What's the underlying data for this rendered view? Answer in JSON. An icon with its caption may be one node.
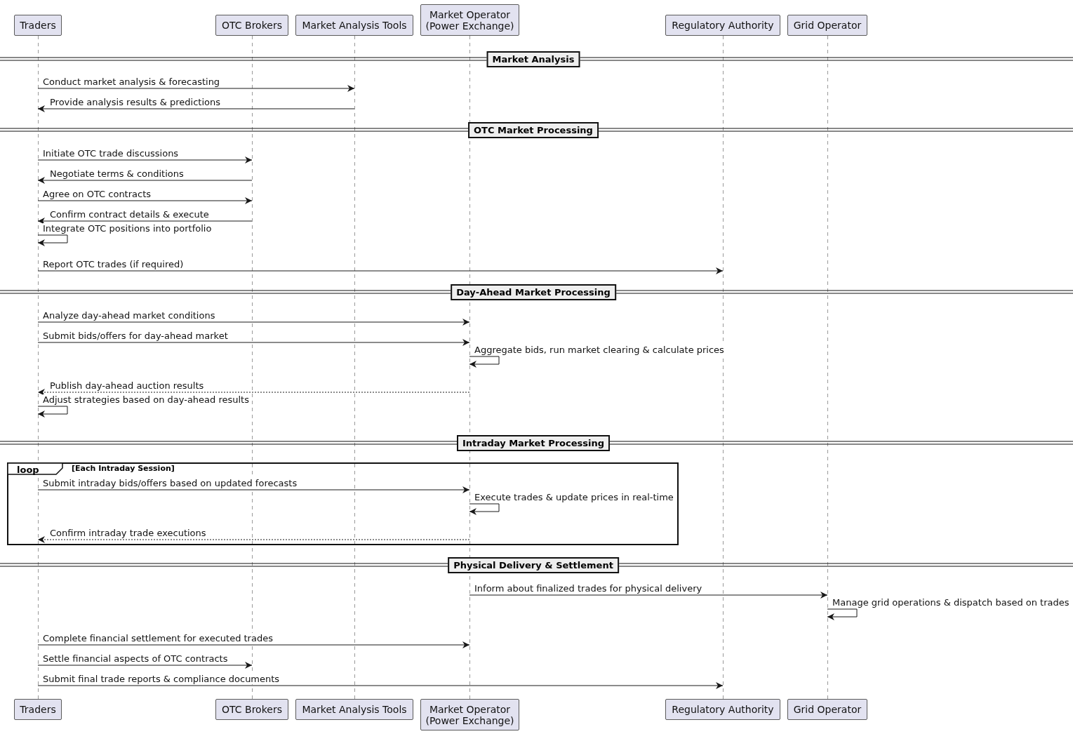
{
  "diagram": {
    "nodes": [
      {
        "text": [
          "Traders"
        ]
      },
      {
        "text": [
          "OTC Brokers"
        ]
      },
      {
        "text": [
          "Market Analysis Tools"
        ]
      },
      {
        "text": [
          "Market Operator (Power Exchange)"
        ]
      },
      {
        "text": [
          "Regulatory Authority"
        ]
      },
      {
        "text": [
          "Grid Operator"
        ]
      },
      {
        "text": [
          "Market Analysis"
        ]
      },
      {
        "text": [
          "OTC Market Processing"
        ]
      },
      {
        "text": [
          "Day-Ahead Market Processing"
        ]
      },
      {
        "text": [
          "Intraday Market Processing"
        ]
      },
      {
        "text": [
          "loop",
          "[Each Intraday Session]"
        ]
      },
      {
        "text": [
          "Physical Delivery & Settlement"
        ]
      },
      {
        "text": [
          "Traders"
        ]
      },
      {
        "text": [
          "OTC Brokers"
        ]
      },
      {
        "text": [
          "Market Analysis Tools"
        ]
      },
      {
        "text": [
          "Market Operator (Power Exchange)"
        ]
      },
      {
        "text": [
          "Regulatory Authority"
        ]
      },
      {
        "text": [
          "Grid Operator"
        ]
      },
      {
        "text": [],
        "shape": "line"
      },
      {
        "text": [],
        "shape": "line"
      },
      {
        "text": [],
        "shape": "line"
      },
      {
        "text": [],
        "shape": "line"
      },
      {
        "text": [],
        "shape": "line"
      },
      {
        "text": [],
        "shape": "line"
      }
    ],
    "edges": [
      {
        "from": 18,
        "to": 20,
        "arrow": "to",
        "label": "Conduct market analysis & forecasting"
      },
      {
        "from": 20,
        "to": 18,
        "arrow": "to",
        "label": "Provide analysis results & predictions"
      },
      {
        "from": 18,
        "to": 19,
        "arrow": "to",
        "label": "Initiate OTC trade discussions"
      },
      {
        "from": 19,
        "to": 18,
        "arrow": "to",
        "label": "Negotiate terms & conditions"
      },
      {
        "from": 18,
        "to": 19,
        "arrow": "to",
        "label": "Agree on OTC contracts"
      },
      {
        "from": 19,
        "to": 18,
        "arrow": "to",
        "label": "Confirm contract details & execute"
      },
      {
        "from": 18,
        "to": 18,
        "arrow": "to",
        "label": "Integrate OTC positions into portfolio"
      },
      {
        "from": 18,
        "to": 22,
        "arrow": "to",
        "label": "Report OTC trades (if required)"
      },
      {
        "from": 18,
        "to": 21,
        "arrow": "to",
        "label": "Analyze day-ahead market conditions"
      },
      {
        "from": 18,
        "to": 21,
        "arrow": "to",
        "label": "Submit bids/offers for day-ahead market"
      },
      {
        "from": 21,
        "to": 21,
        "arrow": "to",
        "label": "Aggregate bids, run market clearing & calculate prices"
      },
      {
        "from": 21,
        "to": 18,
        "arrow": "to",
        "label": "Publish day-ahead auction results",
        "style": "dashed"
      },
      {
        "from": 18,
        "to": 18,
        "arrow": "to",
        "label": "Adjust strategies based on day-ahead results"
      },
      {
        "from": 18,
        "to": 21,
        "arrow": "to",
        "label": "Submit intraday bids/offers based on updated forecasts"
      },
      {
        "from": 21,
        "to": 21,
        "arrow": "to",
        "label": "Execute trades & update prices in real-time"
      },
      {
        "from": 21,
        "to": 18,
        "arrow": "to",
        "label": "Confirm intraday trade executions",
        "style": "dashed"
      },
      {
        "from": 21,
        "to": 23,
        "arrow": "to",
        "label": "Inform about finalized trades for physical delivery"
      },
      {
        "from": 23,
        "to": 23,
        "arrow": "to",
        "label": "Manage grid operations & dispatch based on trades"
      },
      {
        "from": 18,
        "to": 21,
        "arrow": "to",
        "label": "Complete financial settlement for executed trades"
      },
      {
        "from": 18,
        "to": 19,
        "arrow": "to",
        "label": "Settle financial aspects of OTC contracts"
      },
      {
        "from": 18,
        "to": 22,
        "arrow": "to",
        "label": "Submit final trade reports & compliance documents"
      }
    ]
  }
}
